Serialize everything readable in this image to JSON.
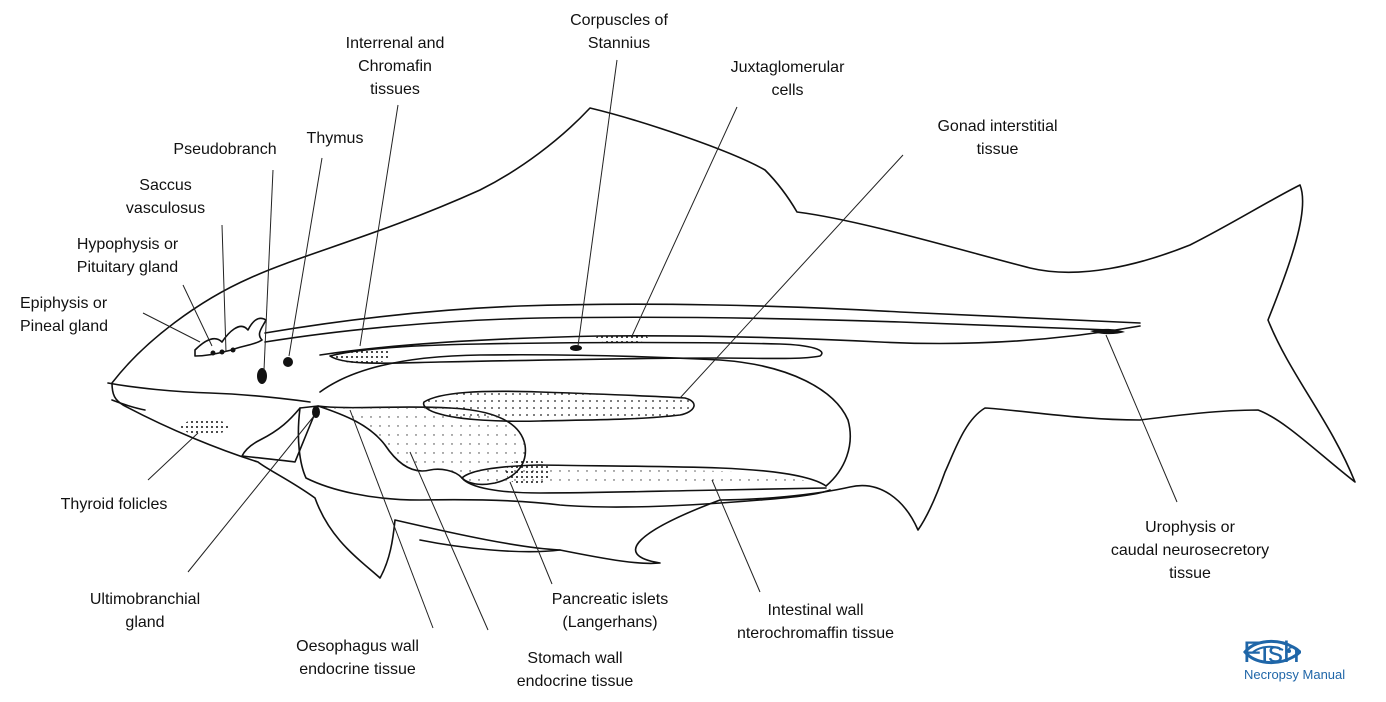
{
  "labels": {
    "corpuscles": [
      "Corpuscles of",
      "Stannius"
    ],
    "interrenal": [
      "Interrenal and",
      "Chromafin",
      "tissues"
    ],
    "juxtaglomerular": [
      "Juxtaglomerular",
      "cells"
    ],
    "gonad": [
      "Gonad interstitial",
      "tissue"
    ],
    "pseudobranch": [
      "Pseudobranch"
    ],
    "thymus": [
      "Thymus"
    ],
    "saccus": [
      "Saccus",
      "vasculosus"
    ],
    "hypophysis": [
      "Hypophysis or",
      "Pituitary gland"
    ],
    "epiphysis": [
      "Epiphysis or",
      "Pineal gland"
    ],
    "thyroid": [
      "Thyroid folicles"
    ],
    "ultimobranchial": [
      "Ultimobranchial",
      "gland"
    ],
    "oesophagus": [
      "Oesophagus wall",
      "endocrine tissue"
    ],
    "stomach": [
      "Stomach wall",
      "endocrine tissue"
    ],
    "pancreatic": [
      "Pancreatic islets",
      "(Langerhans)"
    ],
    "intestinal": [
      "Intestinal wall",
      "nterochromaffin tissue"
    ],
    "urophysis": [
      "Urophysis or",
      "caudal neurosecretory",
      "tissue"
    ]
  },
  "logo": {
    "word": "Fish",
    "subtitle": "Necropsy Manual",
    "color": "#1f66a8"
  },
  "colors": {
    "ink": "#111111"
  }
}
